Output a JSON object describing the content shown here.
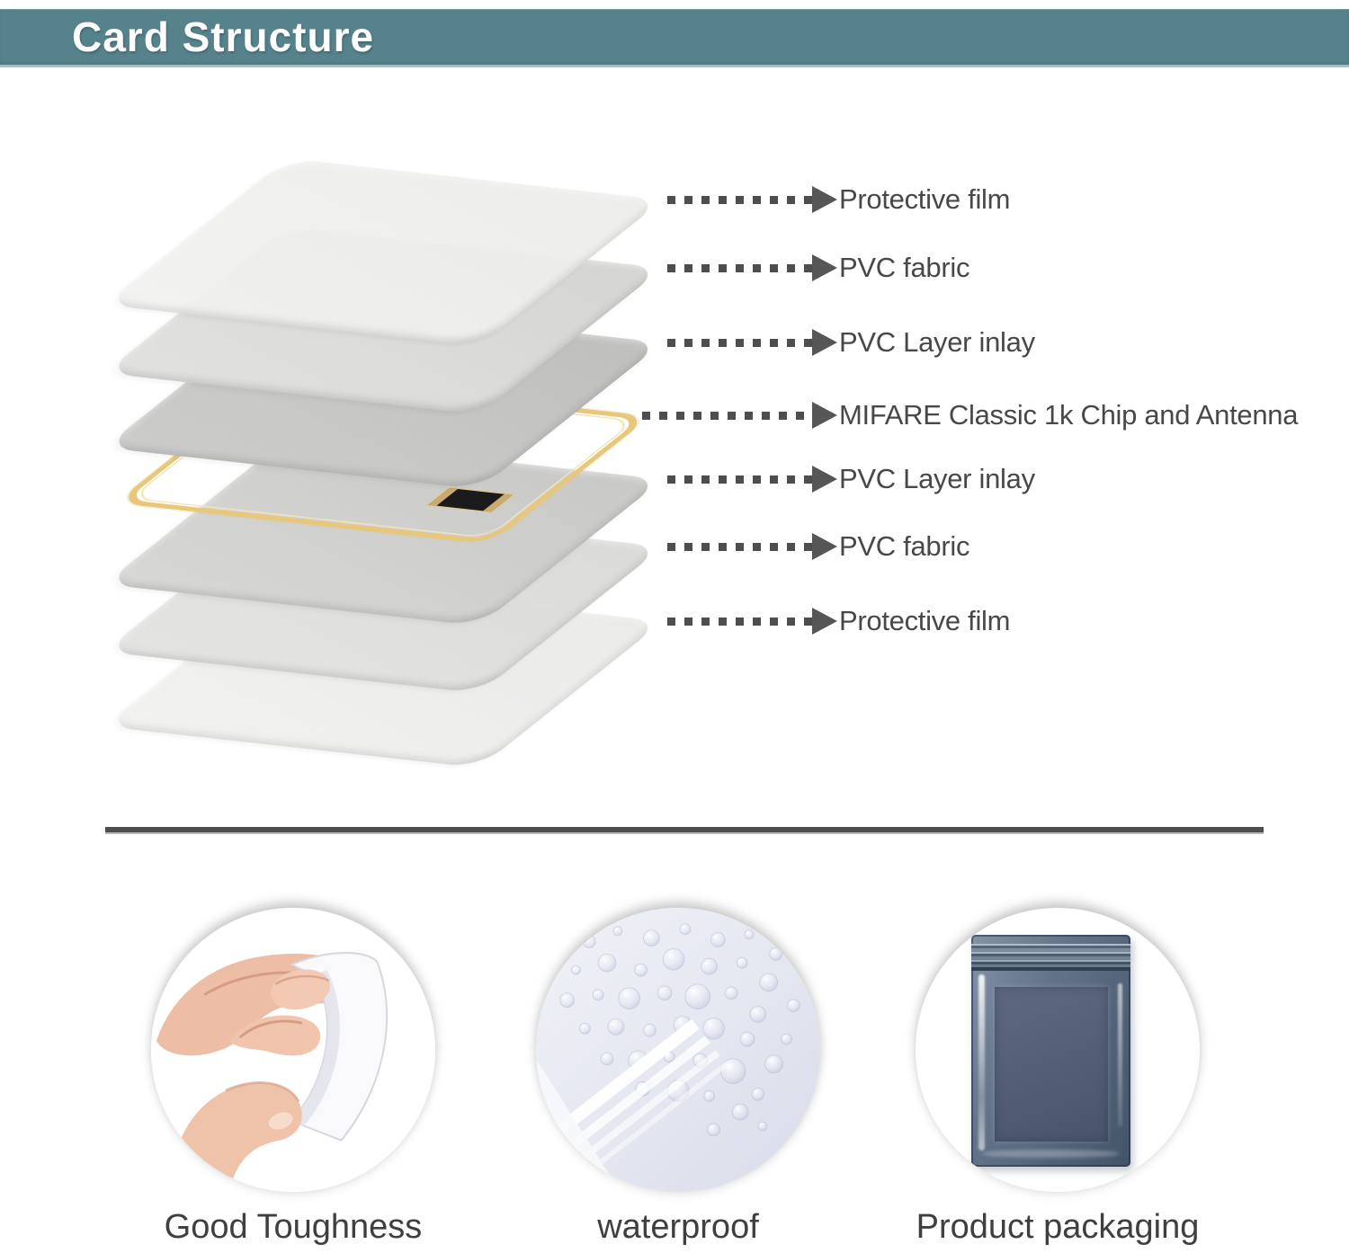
{
  "header": {
    "title": "Card Structure",
    "background_color": "#56828C",
    "text_color": "#FFFFFF"
  },
  "diagram": {
    "layers": [
      {
        "label": "Protective film"
      },
      {
        "label": "PVC fabric"
      },
      {
        "label": "PVC Layer inlay"
      },
      {
        "label": "MIFARE Classic 1k Chip and Antenna"
      },
      {
        "label": "PVC Layer inlay"
      },
      {
        "label": "PVC fabric"
      },
      {
        "label": "Protective film"
      }
    ],
    "callout_text_color": "#484848",
    "leader_line_color": "#4E4E4E",
    "arrow_color": "#565656",
    "layer_fill_colors": [
      "#ECECEA",
      "#D6D6D4",
      "#C1C1BF",
      "#CBCBC9",
      "#DCDCDA",
      "#EBEBE9"
    ],
    "antenna_coil_color": "#E8C67A",
    "chip_colors": {
      "die": "#1B1B1D",
      "contacts": "#CBAA70"
    }
  },
  "divider_color": "#4E4E4E",
  "features": [
    {
      "label": "Good Toughness",
      "icon": "hand-bending-card-photo"
    },
    {
      "label": "waterproof",
      "icon": "water-droplets-on-cards-photo"
    },
    {
      "label": "Product packaging",
      "icon": "card-in-antistatic-bag-photo"
    }
  ]
}
